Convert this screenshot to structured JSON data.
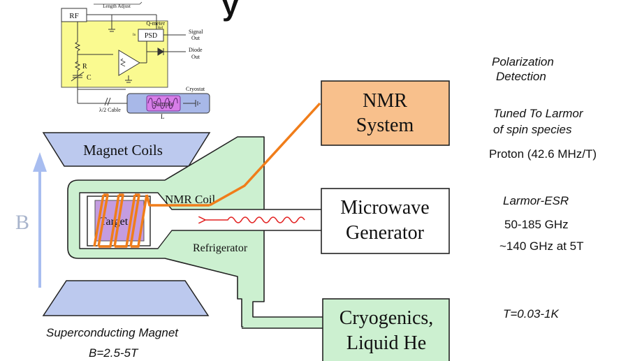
{
  "title_fragment": "y",
  "circuit": {
    "rf": "RF",
    "length_adjust": "Length Adjust",
    "qmeter": "Q-meter",
    "psd": "PSD",
    "ref": "Ref",
    "in": "In",
    "signal_out": "Signal Out",
    "signal_out_l1": "Signal",
    "signal_out_l2": "Out",
    "diode_out_l1": "Diode",
    "diode_out_l2": "Out",
    "r": "R",
    "c": "C",
    "cryostat": "Cryostat",
    "sample": "Sample",
    "l": "L",
    "cable": "λ/2 Cable"
  },
  "diagram": {
    "magnet_coils": "Magnet Coils",
    "b_field": "B",
    "target": "Target",
    "nmr_coil": "NMR Coil",
    "refrigerator": "Refrigerator",
    "nmr_system_l1": "NMR",
    "nmr_system_l2": "System",
    "microwave_l1": "Microwave",
    "microwave_l2": "Generator",
    "cryo_l1": "Cryogenics,",
    "cryo_l2": "Liquid He"
  },
  "notes": {
    "polarization_l1": "Polarization",
    "polarization_l2": "Detection",
    "tuned_l1": "Tuned To Larmor",
    "tuned_l2": "of spin species",
    "proton": "Proton (42.6 MHz/T)",
    "larmor_esr": "Larmor-ESR",
    "ghz_range": "50-185 GHz",
    "ghz_5t": "~140 GHz at 5T",
    "temperature": "T=0.03-1K",
    "magnet_l1": "Superconducting Magnet",
    "magnet_l2": "B=2.5-5T"
  },
  "colors": {
    "coil_orange": "#f07d1a",
    "nmr_box": "#f8c08c",
    "fridge_green": "#ccf0d0",
    "magnet_blue": "#bcc9ee",
    "target_purple": "#c49ce0",
    "circuit_yellow": "#fafa90",
    "arrow_blue": "#a8bdf0",
    "microwave_red": "#e22020"
  }
}
